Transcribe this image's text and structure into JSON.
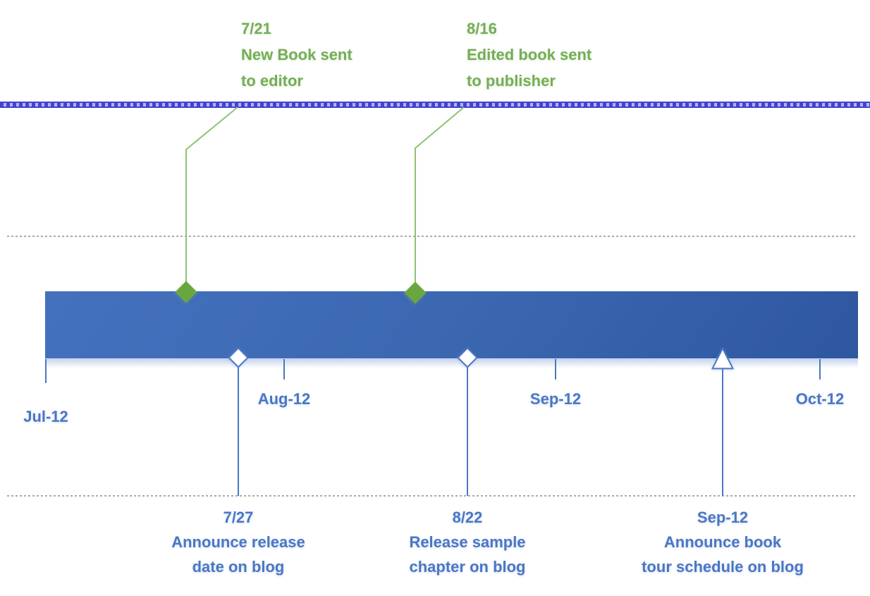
{
  "chart_data": {
    "type": "timeline",
    "title": "",
    "x_axis": {
      "tick_labels": [
        "Jul-12",
        "Aug-12",
        "Sep-12",
        "Oct-12"
      ],
      "range": [
        "Jul-12",
        "Oct-12"
      ]
    },
    "milestones_above_bar": [
      {
        "date": "7/21",
        "label": "New Book sent to editor",
        "display_lines": [
          "7/21",
          "New Book sent",
          "to editor"
        ],
        "marker": "green-diamond"
      },
      {
        "date": "8/16",
        "label": "Edited book sent to publisher",
        "display_lines": [
          "8/16",
          "Edited book sent",
          "to publisher"
        ],
        "marker": "green-diamond"
      }
    ],
    "events_below_bar": [
      {
        "date": "7/27",
        "label": "Announce release date on blog",
        "display_lines": [
          "7/27",
          "Announce release",
          "date on blog"
        ],
        "marker": "white-diamond"
      },
      {
        "date": "8/22",
        "label": "Release sample chapter on blog",
        "display_lines": [
          "8/22",
          "Release sample",
          "chapter on blog"
        ],
        "marker": "white-diamond"
      },
      {
        "date": "Sep-12",
        "label": "Announce book tour schedule on blog",
        "display_lines": [
          "Sep-12",
          "Announce book",
          "tour schedule on blog"
        ],
        "marker": "white-triangle"
      }
    ],
    "layout_hints": {
      "legend": "none",
      "gridlines": "two horizontal dotted gray lines",
      "bar_orientation": "horizontal"
    },
    "colors": {
      "bar_blue_light": "#4471be",
      "bar_blue_dark": "#2e57a0",
      "accent_blue": "#4a77c4",
      "milestone_green_fill": "#69a73e",
      "milestone_green_text": "#74ae56",
      "connector_green": "#8fc370",
      "canvas_border_indigo": "#4343d2",
      "gridline_gray": "#a9a9a9",
      "marker_white": "#ffffff"
    }
  }
}
